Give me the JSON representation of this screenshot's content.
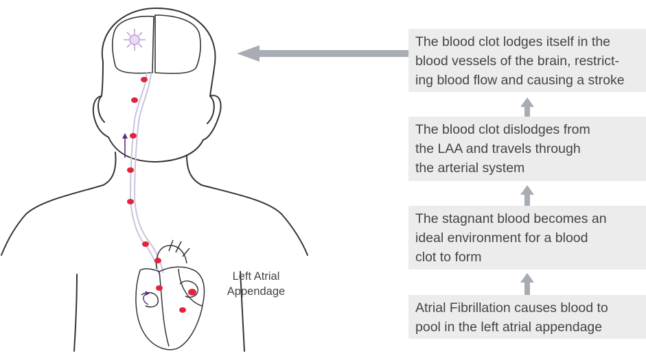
{
  "labels": {
    "laa": [
      "Left Atrial",
      "Appendage"
    ]
  },
  "steps": [
    {
      "id": "stroke",
      "lines": [
        "The blood clot lodges itself in the",
        "blood vessels of the brain, restrict-",
        "ing blood flow and causing a stroke"
      ]
    },
    {
      "id": "dislodge",
      "lines": [
        "The blood clot dislodges from",
        "the LAA and travels through",
        "the arterial system"
      ]
    },
    {
      "id": "form",
      "lines": [
        "The stagnant blood becomes an",
        "ideal environment for a blood",
        "clot to form"
      ]
    },
    {
      "id": "afib",
      "lines": [
        "Atrial Fibrillation causes blood to",
        "pool in the left atrial appendage"
      ]
    }
  ],
  "colors": {
    "arrow": "#a7adb3",
    "box_fill": "#ececec",
    "text": "#444444",
    "clot": "#e0243c",
    "artery": "#c9c3dd",
    "stroke_site": "#b48ad0",
    "outline": "#333333"
  }
}
